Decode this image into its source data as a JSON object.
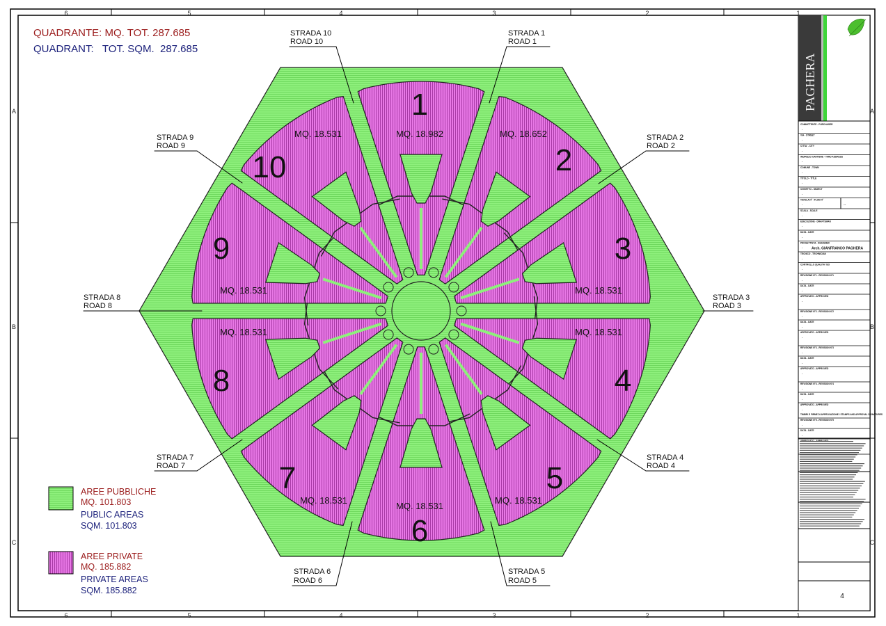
{
  "header": {
    "line1": "QUADRANTE: MQ. TOT. 287.685",
    "line2": "QUADRANT:   TOT. SQM.  287.685"
  },
  "grid": {
    "columns": [
      "6",
      "5",
      "4",
      "3",
      "2",
      "1"
    ],
    "rows": [
      "A",
      "B",
      "C"
    ]
  },
  "sectors": [
    {
      "number": "1",
      "area": "MQ. 18.982"
    },
    {
      "number": "2",
      "area": "MQ. 18.652"
    },
    {
      "number": "3",
      "area": "MQ. 18.531"
    },
    {
      "number": "4",
      "area": "MQ. 18.531"
    },
    {
      "number": "5",
      "area": "MQ. 18.531"
    },
    {
      "number": "6",
      "area": "MQ. 18.531"
    },
    {
      "number": "7",
      "area": "MQ. 18.531"
    },
    {
      "number": "8",
      "area": "MQ. 18.531"
    },
    {
      "number": "9",
      "area": "MQ. 18.531"
    },
    {
      "number": "10",
      "area": "MQ. 18.531"
    }
  ],
  "roads": [
    {
      "it": "STRADA 1",
      "en": "ROAD 1"
    },
    {
      "it": "STRADA 2",
      "en": "ROAD 2"
    },
    {
      "it": "STRADA 3",
      "en": "ROAD 3"
    },
    {
      "it": "STRADA 4",
      "en": "ROAD 4"
    },
    {
      "it": "STRADA 5",
      "en": "ROAD 5"
    },
    {
      "it": "STRADA 6",
      "en": "ROAD 6"
    },
    {
      "it": "STRADA 7",
      "en": "ROAD 7"
    },
    {
      "it": "STRADA 8",
      "en": "ROAD 8"
    },
    {
      "it": "STRADA 9",
      "en": "ROAD 9"
    },
    {
      "it": "STRADA 10",
      "en": "ROAD 10"
    }
  ],
  "legend": {
    "public": {
      "it": "AREE PUBBLICHE",
      "it_area": "MQ. 101.803",
      "en": "PUBLIC AREAS",
      "en_area": "SQM. 101.803"
    },
    "private": {
      "it": "AREE PRIVATE",
      "it_area": "MQ. 185.882",
      "en": "PRIVATE AREAS",
      "en_area": "SQM. 185.882"
    }
  },
  "colors": {
    "public": "#8ef07c",
    "private": "#e472e0",
    "red_text": "#9b1c1c",
    "blue_text": "#1a1f7a"
  },
  "title_block": {
    "brand": "PAGHERA",
    "fields": [
      "COMMITTENTE - PURCHASER",
      "VIA - STREET",
      "CITTA' - CITY",
      "INDIRIZZO CANTIERE - YARD ADDRESS",
      "COMUNE - TOWN",
      "TITOLO - TITLE",
      "OGGETTO - OBJECT",
      "TAVOLA N° - PLAN N°",
      "SCALA - SCALE",
      "ESECUZIONE - DRAFTSMAN",
      "DATA - DATE",
      "PROGETTISTA - DESIGNER",
      "TECNICO - TECHNICIAN",
      "CONTROLLO QUALITA' ISO",
      "REVISIONE N°1 - REVISION N°1",
      "DATA - DATE",
      "APPROVATO - APPROVED",
      "REVISIONE N°2 - REVISION N°2",
      "DATA - DATE",
      "APPROVATO - APPROVED",
      "REVISIONE N°3 - REVISION N°3",
      "DATA - DATE",
      "APPROVATO - APPROVED",
      "REVISIONE N°4 - REVISION N°4",
      "DATA - DATE",
      "APPROVATO - APPROVED",
      "REVISIONE N°5 - REVISION N°5",
      "DATA - DATE",
      "APPROVATO - APPROVED"
    ],
    "designer": "Arch. GIANFRANCO PAGHERA",
    "plan_dash": "--",
    "stamps": "TIMBRI E FIRME DI APPROVAZIONE / STAMPS AND APPROVAL SIGNATURES",
    "sheet_number": "4"
  }
}
